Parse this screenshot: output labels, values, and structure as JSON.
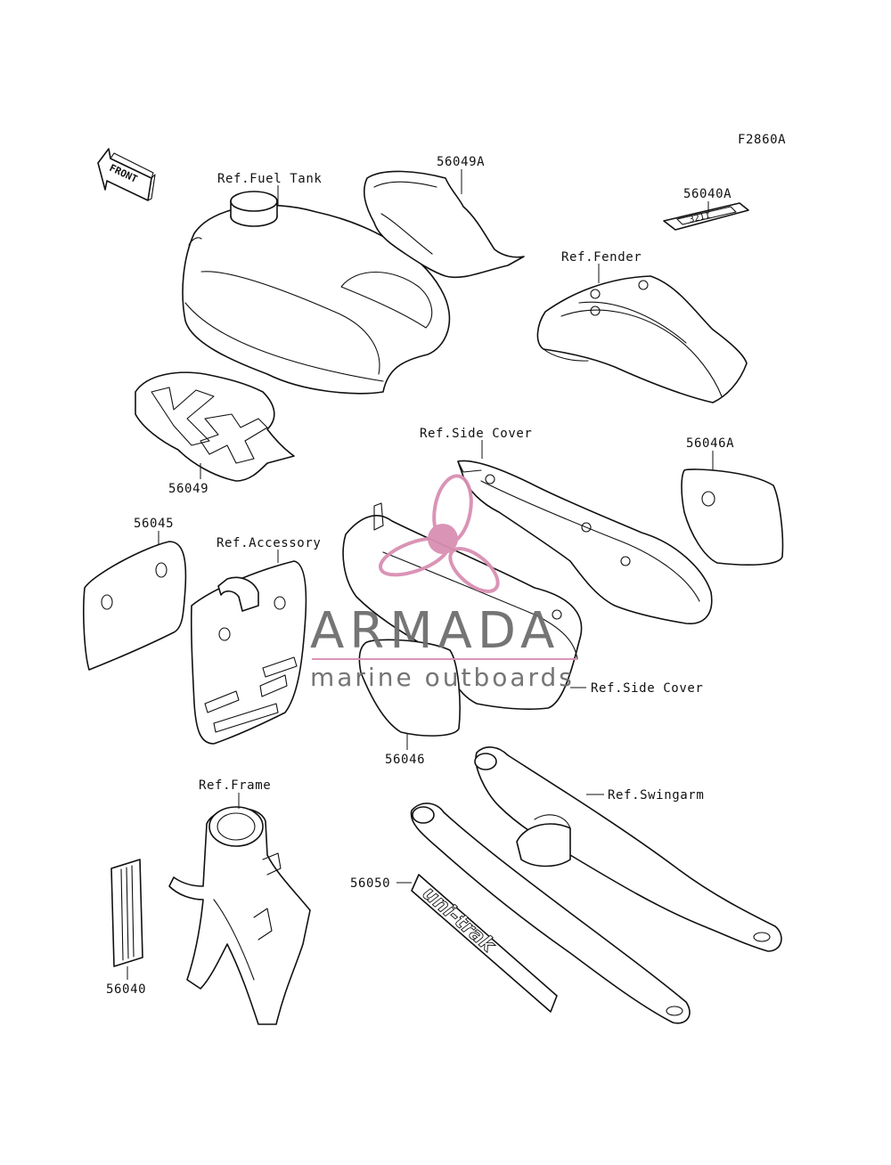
{
  "figure_code": "F2860A",
  "front_label": "FRONT",
  "labels": {
    "fuel_tank": "Ref.Fuel Tank",
    "p56049a": "56049A",
    "p56040a": "56040A",
    "decal_56040a_text": "3211",
    "fender": "Ref.Fender",
    "p56049": "56049",
    "side_cover_upper": "Ref.Side Cover",
    "p56046a": "56046A",
    "p56045": "56045",
    "accessory": "Ref.Accessory",
    "side_cover_lower": "Ref.Side Cover",
    "p56046": "56046",
    "frame": "Ref.Frame",
    "swingarm": "Ref.Swingarm",
    "p56050": "56050",
    "decal_56050_text": "uni-trak",
    "p56040": "56040"
  },
  "watermark": {
    "title": "ARMADA",
    "subtitle": "marine outboards",
    "accent_color": "#d98fb3",
    "text_color": "#6e6e6e"
  }
}
